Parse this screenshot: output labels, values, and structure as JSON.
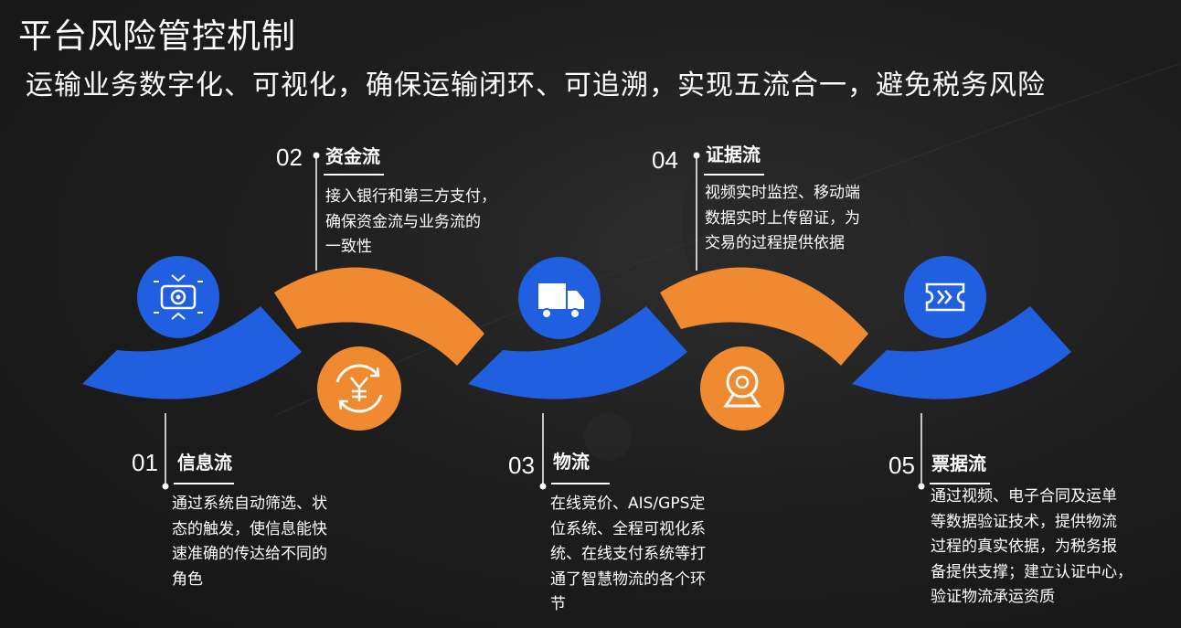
{
  "title": "平台风险管控机制",
  "subtitle": "运输业务数字化、可视化，确保运输闭环、可追溯，实现五流合一，避免税务风险",
  "steps": [
    {
      "num": "01",
      "title": "信息流",
      "icon": "data-scan-icon",
      "color": "#1f5fe0",
      "lines": [
        "通过系统自动筛选、状",
        "态的触发，使信息能快",
        "速准确的传达给不同的",
        "角色"
      ]
    },
    {
      "num": "02",
      "title": "资金流",
      "icon": "yuan-refresh-icon",
      "color": "#f08a30",
      "lines": [
        "接入银行和第三方支付，",
        "确保资金流与业务流的",
        "一致性"
      ]
    },
    {
      "num": "03",
      "title": "物流",
      "icon": "truck-icon",
      "color": "#1f5fe0",
      "lines": [
        "在线竞价、AIS/GPS定",
        "位系统、全程可视化系",
        "统、在线支付系统等打",
        "通了智慧物流的各个环",
        "节"
      ]
    },
    {
      "num": "04",
      "title": "证据流",
      "icon": "webcam-icon",
      "color": "#f08a30",
      "lines": [
        "视频实时监控、移动端",
        "数据实时上传留证，为",
        "交易的过程提供依据"
      ]
    },
    {
      "num": "05",
      "title": "票据流",
      "icon": "ticket-icon",
      "color": "#1f5fe0",
      "lines": [
        "通过视频、电子合同及运单",
        "等数据验证技术，提供物流",
        "过程的真实依据，为税务报",
        "备提供支撑；建立认证中心，",
        "验证物流承运资质"
      ]
    }
  ]
}
